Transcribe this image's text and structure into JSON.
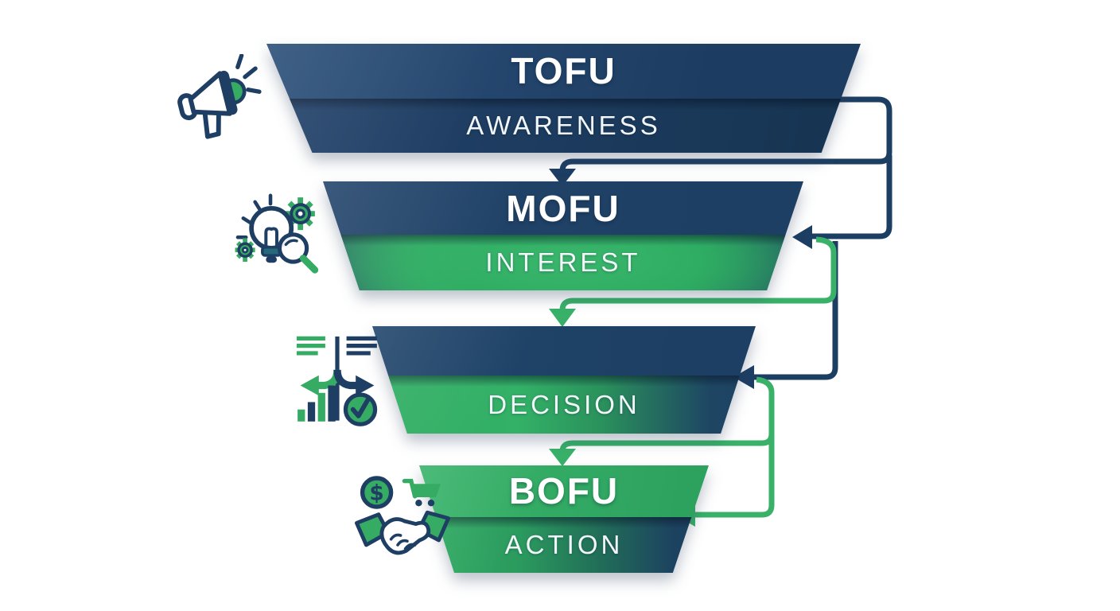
{
  "diagram": {
    "type": "marketing-funnel",
    "colors": {
      "navy": "#1e3f63",
      "green": "#36ab64",
      "background": "#ffffff",
      "text": "#ffffff"
    },
    "funnel": {
      "tiers": [
        {
          "code": "TOFU",
          "stage": "AWARENESS",
          "icon": "megaphone-icon"
        },
        {
          "code": "MOFU",
          "stage": "INTEREST",
          "icon": "idea-research-icon"
        },
        {
          "code": "",
          "stage": "DECISION",
          "icon": "decision-analysis-icon"
        },
        {
          "code": "BOFU",
          "stage": "ACTION",
          "icon": "purchase-handshake-icon"
        }
      ]
    },
    "connectors": [
      {
        "from": "TOFU",
        "to": "MOFU",
        "color": "#1e3f63"
      },
      {
        "from": "MOFU",
        "to": "DECISION",
        "color_mix": [
          "#36ab64",
          "#1e3f63"
        ]
      },
      {
        "from": "DECISION",
        "to": "BOFU",
        "color": "#36ab64"
      }
    ]
  }
}
